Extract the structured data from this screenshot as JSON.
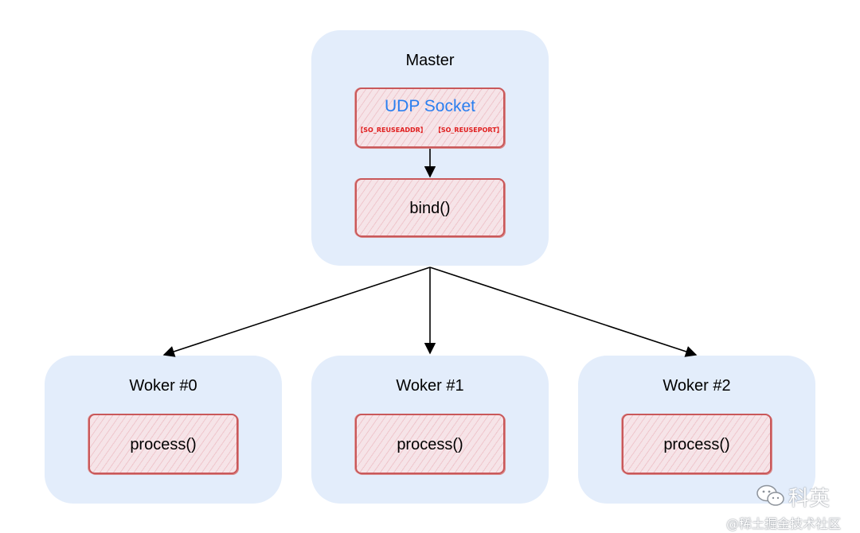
{
  "master": {
    "title": "Master",
    "socket": {
      "label": "UDP Socket",
      "options": [
        "【SO_REUSEADDR】",
        "【SO_REUSEPORT】"
      ]
    },
    "bind_label": "bind()"
  },
  "workers": [
    {
      "title": "Woker #0",
      "process_label": "process()"
    },
    {
      "title": "Woker #1",
      "process_label": "process()"
    },
    {
      "title": "Woker #2",
      "process_label": "process()"
    }
  ],
  "watermark": {
    "icon": "wechat-icon",
    "name": "科英",
    "site": "@稀土掘金技术社区"
  },
  "colors": {
    "panel": "#e3edfb",
    "sketch_border": "#c9585a",
    "socket_text": "#2a7ff0",
    "option_text": "#e01e1e"
  }
}
